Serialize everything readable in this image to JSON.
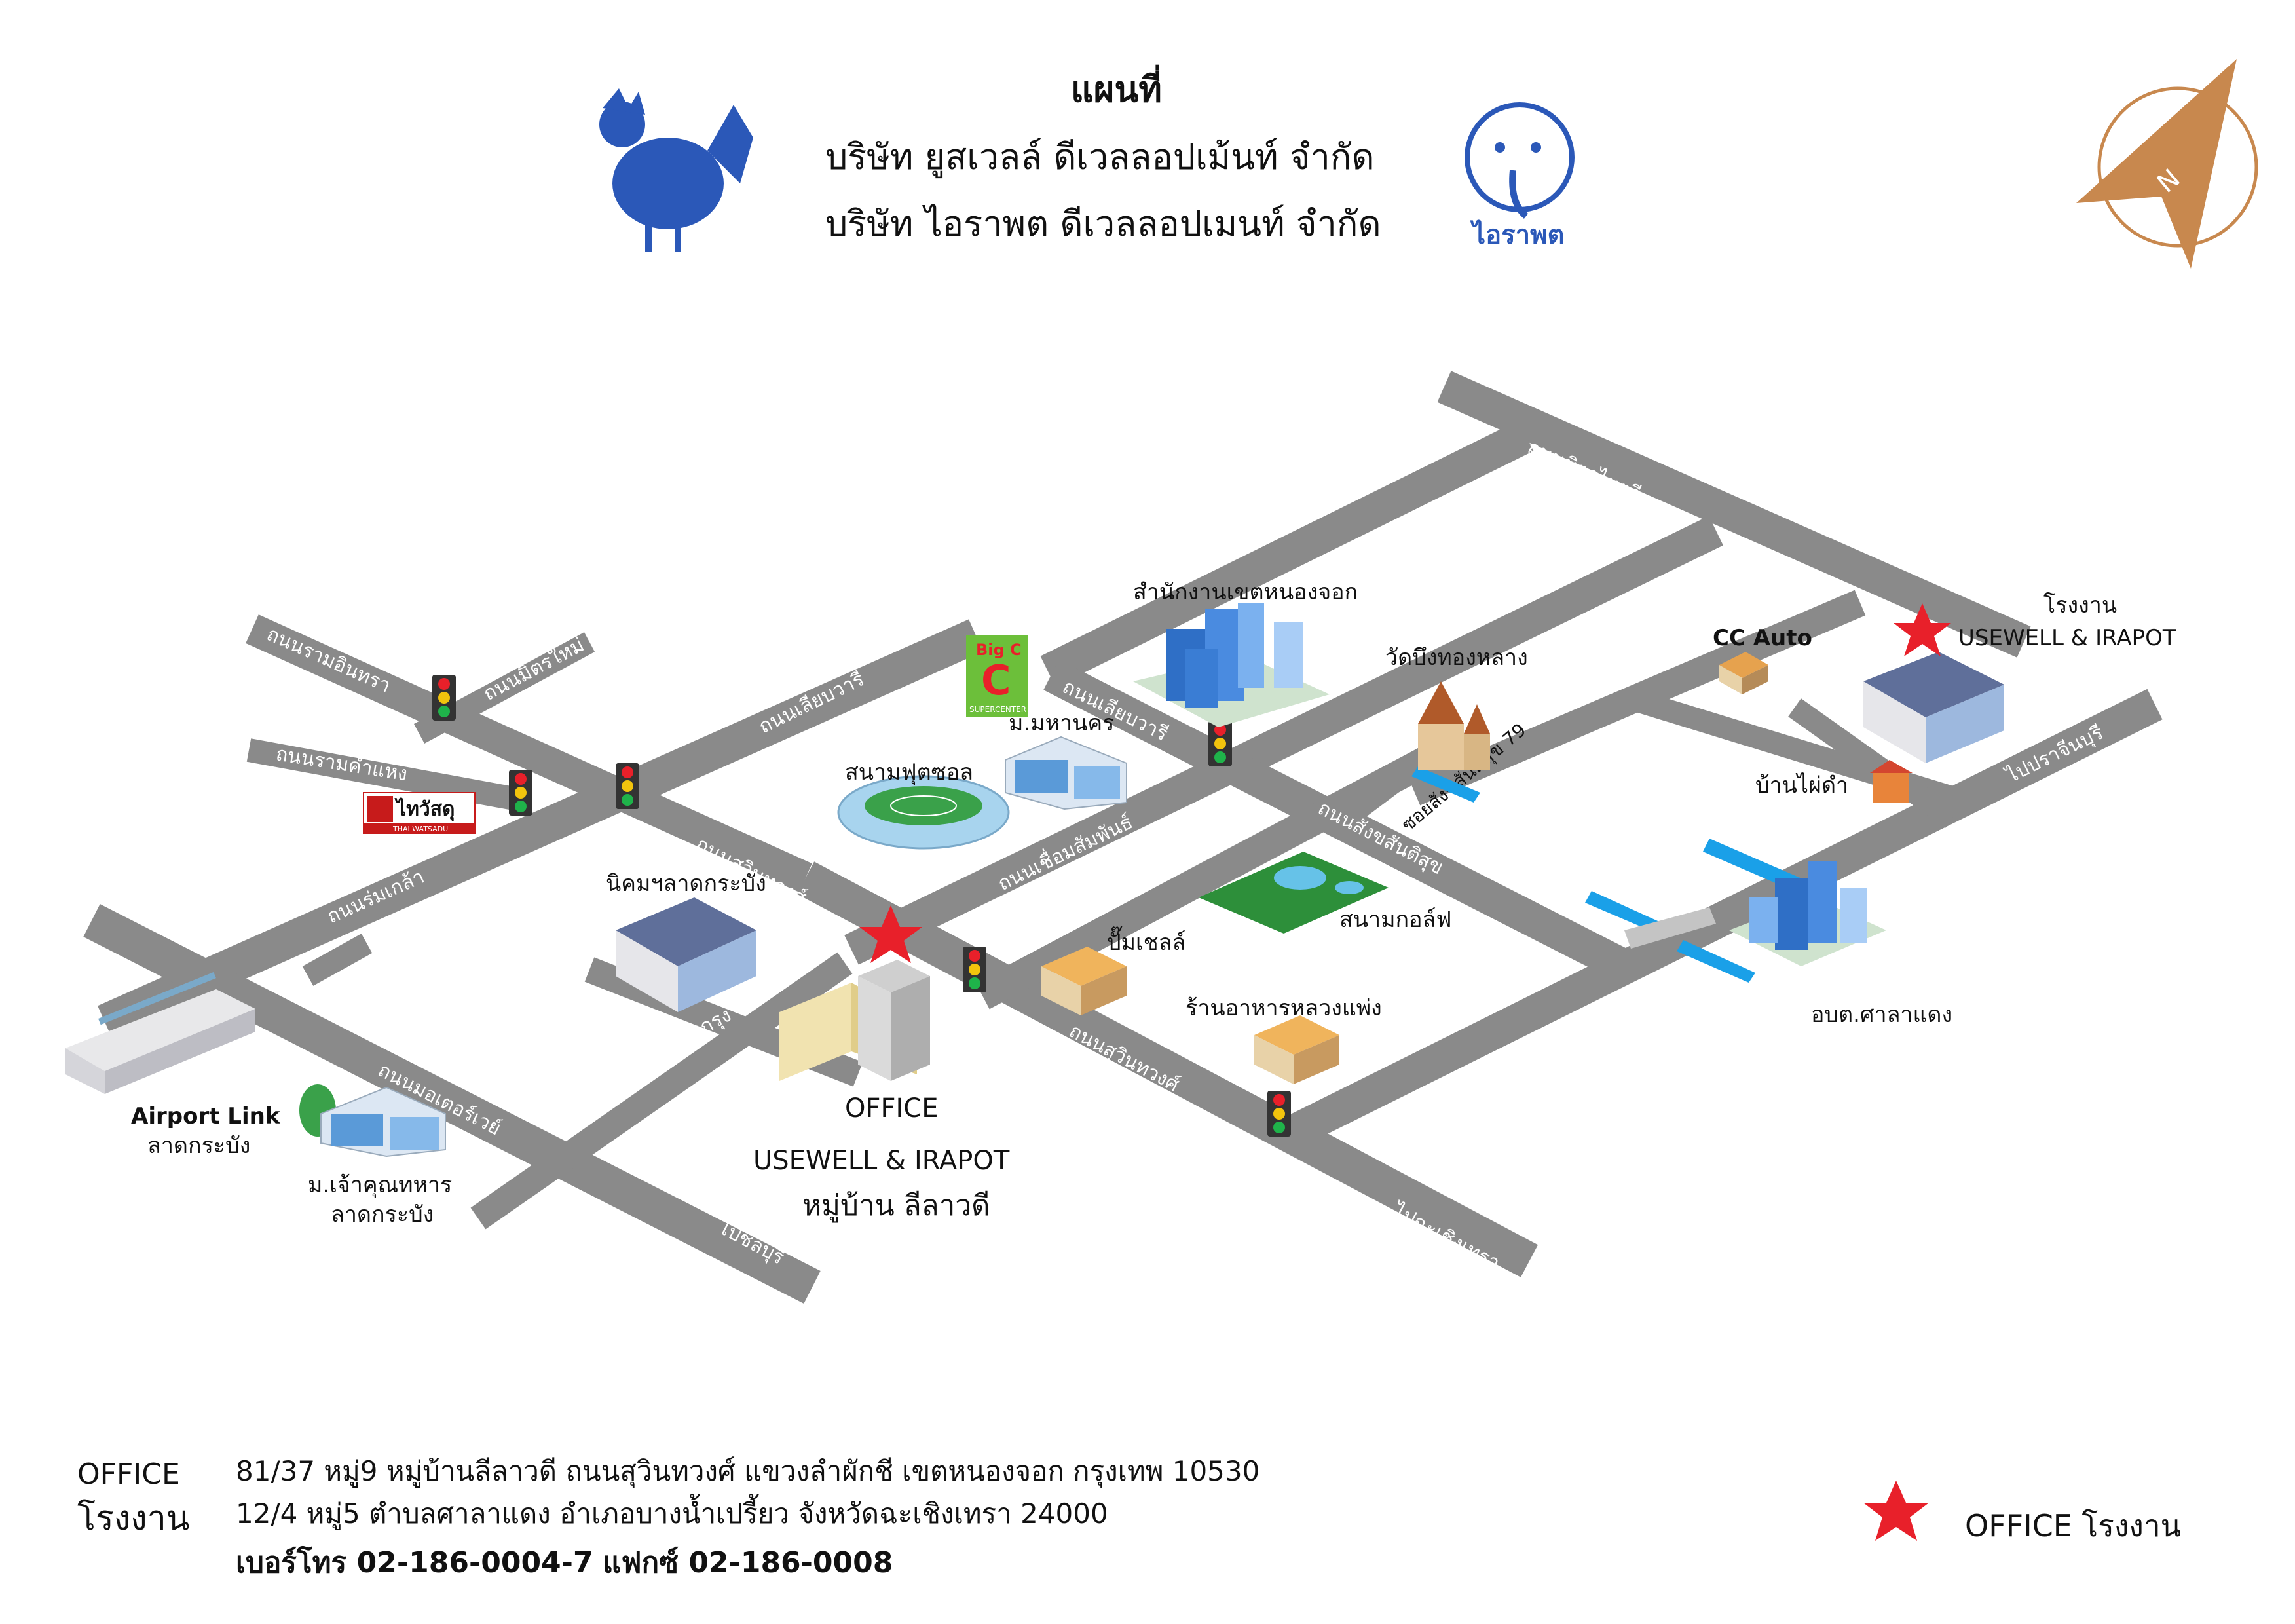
{
  "header": {
    "title": "แผนที่",
    "company_1": "บริษัท ยูสเวลล์ ดีเวลลอปเม้นท์ จำกัด",
    "company_2": "บริษัท ไอราพต ดีเวลลอปเมนท์ จำกัด",
    "logo_right_text": "ไอราพต",
    "compass_letter": "N"
  },
  "roads": {
    "mitmaitri": "ถนนมิตรไมตรี",
    "liapwari_1": "ถนนเลียบวารี",
    "liapwari_2": "ถนนเลียบวารี",
    "ramintra": "ถนนรามอินทรา",
    "mitmai": "ถนนมิตรใหม่",
    "ramkhamhaeng": "ถนนรามคำแหง",
    "romklao": "ถนนร่มเกล้า",
    "suwinthawong_1": "ถนนสุวินทวงศ์",
    "suwinthawong_2": "ถนนสุวินทวงศ์",
    "chueamsamphan": "ถนนเชื่อมสัมพันธ์",
    "chalongkrung": "ถนนฉลองกรุง",
    "motorway": "ถนนมอเตอร์เวย์",
    "lamsanghsongkhro": "ถนนสังขสันติสุข",
    "soi79": "ซอยสังขสันติสุข 79",
    "to_chonburi": "ไปชลบุรี",
    "to_chachoengsao": "ไปฉะเชิงเทรา",
    "to_prachinburi": "ไปปราจีนบุรี"
  },
  "places": {
    "district_office": "สำนักงานเขตหนองจอก",
    "mahanakorn": "ม.มหานคร",
    "football": "สนามฟุตซอล",
    "thaiwatsadu": "ไทวัสดุ",
    "thaiwatsadu_sub": "THAI WATSADU",
    "bigc": "Big C",
    "bigc_sub": "SUPERCENTER",
    "industrial": "นิคมฯลาดกระบัง",
    "shell": "ปั๊มเชลล์",
    "restaurant": "ร้านอาหารหลวงแพ่ง",
    "golf": "สนามกอล์ฟ",
    "wat": "วัดบึงทองหลาง",
    "ccauto": "CC Auto",
    "banphaidam": "บ้านไผ่ดำ",
    "factory_label_1": "โรงงาน",
    "factory_label_2": "USEWELL & IRAPOT",
    "sala_daeng": "อบต.ศาลาแดง",
    "airport_1": "Airport Link",
    "airport_2": "ลาดกระบัง",
    "military_1": "ม.เจ้าคุณทหาร",
    "military_2": "ลาดกระบัง",
    "office_1": "OFFICE",
    "office_2": "USEWELL & IRAPOT",
    "office_3": "หมู่บ้าน ลีลาวดี"
  },
  "footer": {
    "office_label": "OFFICE",
    "office_addr": "81/37 หมู่9 หมู่บ้านลีลาวดี ถนนสุวินทวงศ์ แขวงลำผักชี เขตหนองจอก กรุงเทพ 10530",
    "factory_label": "โรงงาน",
    "factory_addr": "12/4 หมู่5  ตำบลศาลาแดง อำเภอบางน้ำเปรี้ยว  จังหวัดฉะเชิงเทรา   24000",
    "phone": "เบอร์โทร 02-186-0004-7",
    "fax": "แฟกซ์ 02-186-0008",
    "legend": "OFFICE  โรงงาน"
  },
  "colors": {
    "road": "#8a8a8a",
    "star": "#e8202a",
    "water": "#1aa0e8",
    "compass": "#c8884e",
    "logo_blue": "#2b58b8"
  }
}
